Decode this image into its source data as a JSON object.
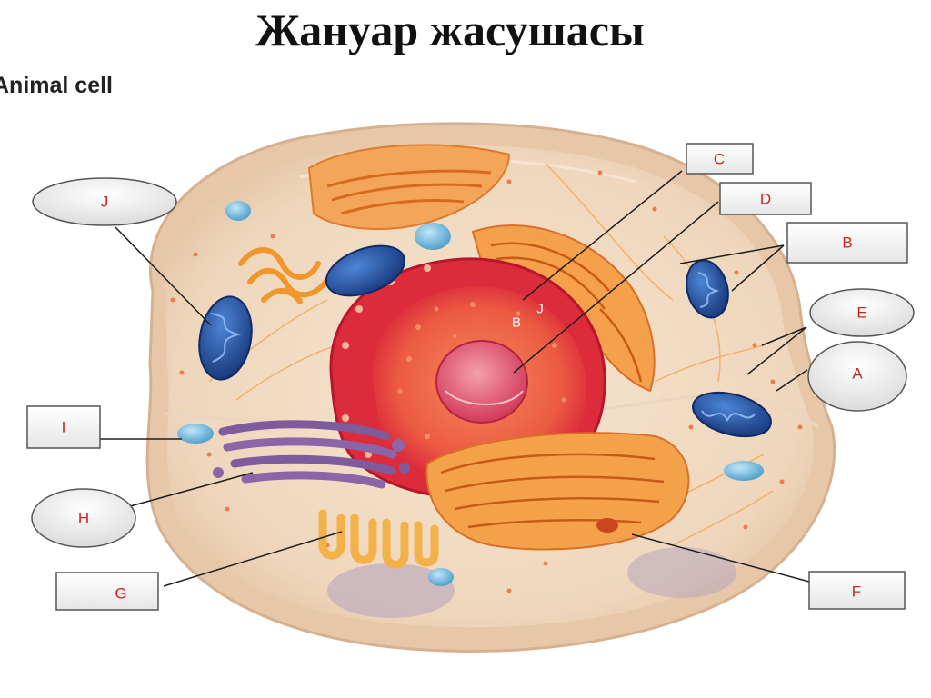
{
  "title": "Жануар жасушасы",
  "subtitle": "Animal cell",
  "colors": {
    "label_text": "#c8281e",
    "nucleus": "#e8323a",
    "er": "#f08a2a",
    "mitochondria": "#2b5ba8",
    "golgi": "#7a5a9a",
    "cytoplasm": "#f2dcc4",
    "membrane": "#e6c8a8"
  },
  "labels": {
    "J": "J",
    "C": "C",
    "D": "D",
    "B": "B",
    "E": "E",
    "A": "A",
    "I": "I",
    "H": "H",
    "G": "G",
    "F": "F"
  },
  "inner_labels": {
    "B": "B",
    "J": "J"
  }
}
